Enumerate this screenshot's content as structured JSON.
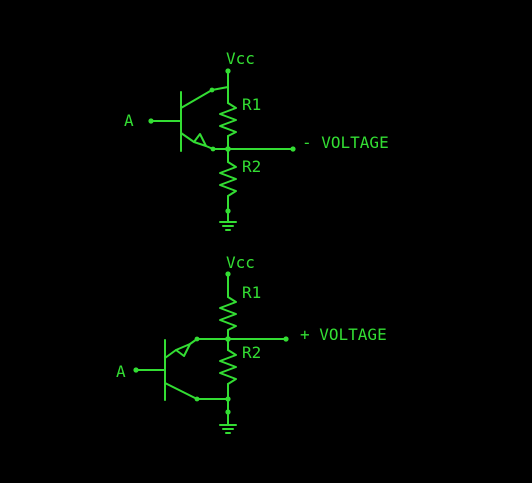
{
  "colors": {
    "background": "#000000",
    "trace": "#33dd33"
  },
  "circuit_top": {
    "vcc_label": "Vcc",
    "r1_label": "R1",
    "r2_label": "R2",
    "input_label": "A",
    "output_label": "- VOLTAGE"
  },
  "circuit_bottom": {
    "vcc_label": "Vcc",
    "r1_label": "R1",
    "r2_label": "R2",
    "input_label": "A",
    "output_label": "+ VOLTAGE"
  }
}
